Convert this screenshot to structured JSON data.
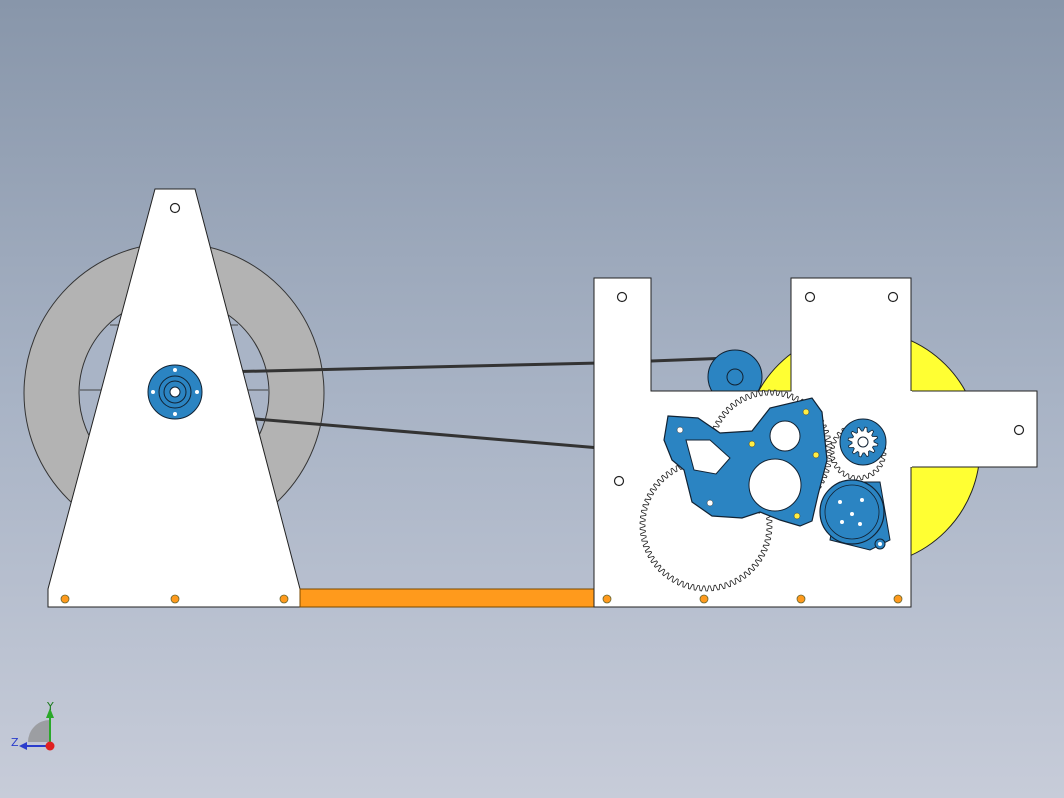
{
  "viewport": {
    "background_top": "#8896aa",
    "background_bottom": "#c7ccd9"
  },
  "model": {
    "colors": {
      "drum": "#b3b3b3",
      "panel": "#ffffff",
      "base_rail": "#ff9a1c",
      "hole_accent": "#ff9a1c",
      "blue_part": "#2b84c2",
      "yellow_disc": "#ffff33",
      "gear_fill": "#ffffff",
      "outline": "#222222"
    },
    "parts": [
      "drum",
      "a-frame-support",
      "hub-bearing",
      "belt",
      "base-rail",
      "gear-housing-plate",
      "large-gear",
      "blue-bracket",
      "motor",
      "pinion",
      "yellow-disc",
      "arm-bar"
    ]
  },
  "triad": {
    "x_label": "",
    "y_label": "Y",
    "z_label": "Z",
    "icon": "axis-triad-icon"
  }
}
